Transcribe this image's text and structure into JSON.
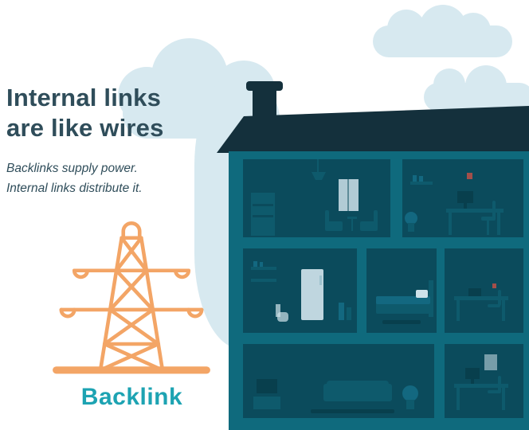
{
  "headline": {
    "line1": "Internal links",
    "line2": "are like wires"
  },
  "subtitle": {
    "line1": "Backlinks supply power.",
    "line2": "Internal links distribute it."
  },
  "backlink_label": "Backlink",
  "colors": {
    "headline": "#2f4d5a",
    "accent-orange": "#f3a566",
    "accent-teal": "#1da3b2",
    "cloud": "#d7e9f0",
    "house-wall": "#0f6a7d",
    "house-room": "#0b4b5c",
    "roof": "#14303c"
  }
}
